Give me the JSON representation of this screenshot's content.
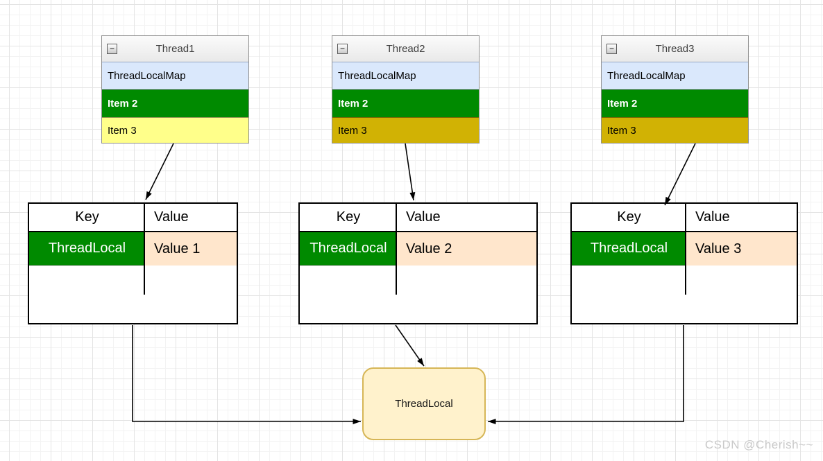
{
  "colors": {
    "green": "#008a00",
    "gold": "#d1b204",
    "pale_yellow": "#ffff8a",
    "map_blue": "#dae8fc",
    "value_peach": "#ffe6cc",
    "node_fill": "#fff2cc",
    "node_border": "#d6b656",
    "grid_minor": "#f3f3f3",
    "grid_major": "#e4e4e4"
  },
  "icons": {
    "collapse_glyph": "−"
  },
  "threads": [
    {
      "title": "Thread1",
      "map_label": "ThreadLocalMap",
      "item2": "Item 2",
      "item3": "Item 3"
    },
    {
      "title": "Thread2",
      "map_label": "ThreadLocalMap",
      "item2": "Item 2",
      "item3": "Item 3"
    },
    {
      "title": "Thread3",
      "map_label": "ThreadLocalMap",
      "item2": "Item 2",
      "item3": "Item 3"
    }
  ],
  "tables": [
    {
      "key_header": "Key",
      "value_header": "Value",
      "key": "ThreadLocal",
      "value": "Value 1"
    },
    {
      "key_header": "Key",
      "value_header": "Value",
      "key": "ThreadLocal",
      "value": "Value 2"
    },
    {
      "key_header": "Key",
      "value_header": "Value",
      "key": "ThreadLocal",
      "value": "Value 3"
    }
  ],
  "node": {
    "label": "ThreadLocal"
  },
  "watermark": "CSDN @Cherish~~"
}
